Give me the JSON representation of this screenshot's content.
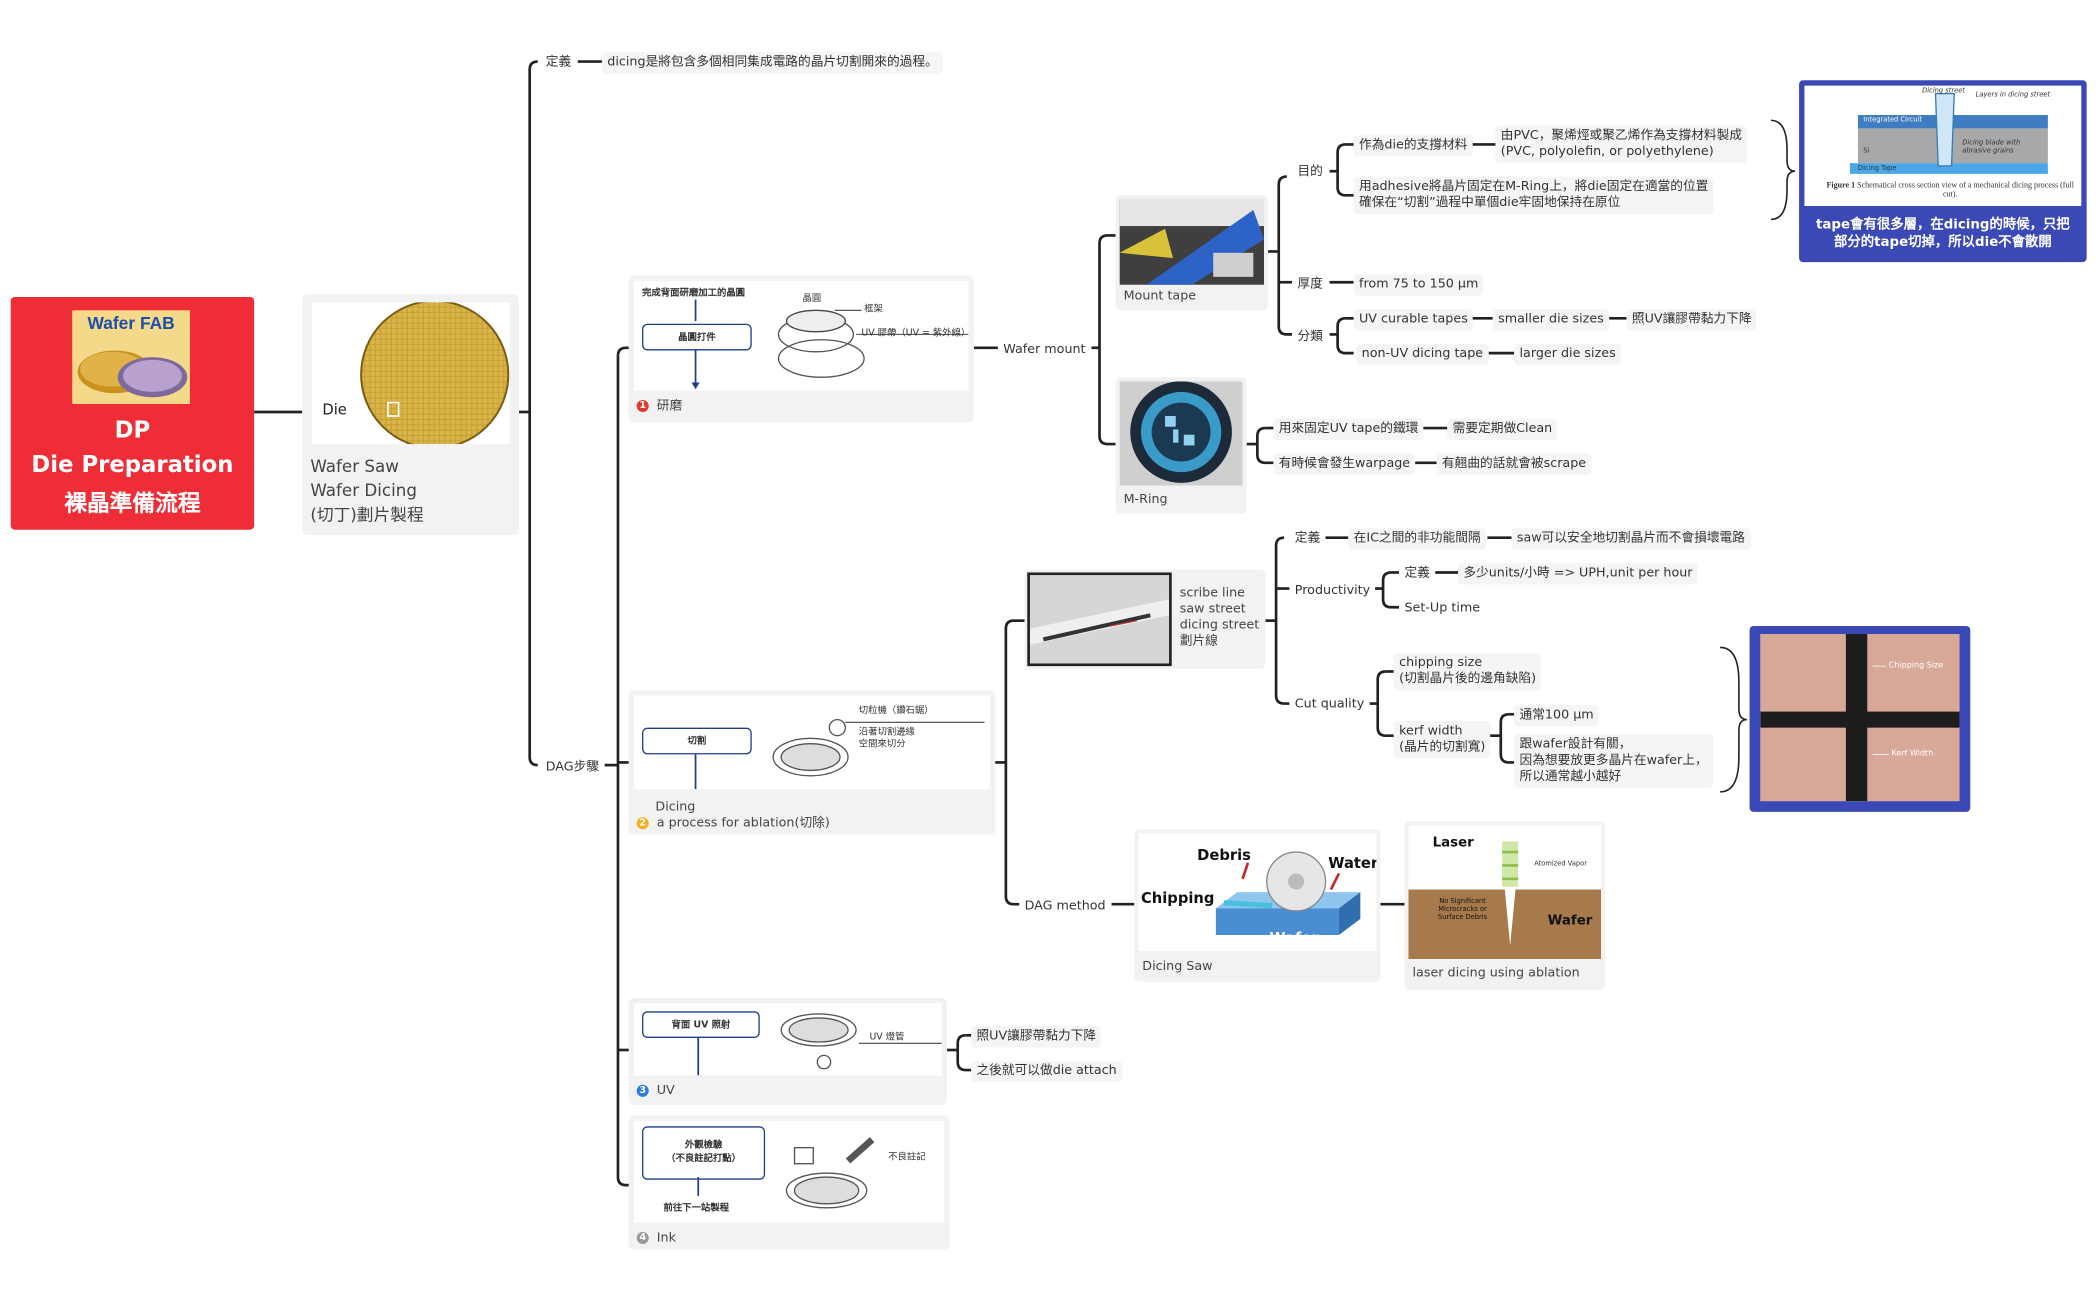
{
  "root": {
    "logo_text": "Wafer FAB",
    "line1": "DP",
    "line2": "Die Preparation",
    "line3": "裸晶準備流程"
  },
  "wafer_card": {
    "die_label": "Die",
    "caption1": "Wafer Saw",
    "caption2": "Wafer Dicing",
    "caption3": "(切丁)劃片製程"
  },
  "definition": {
    "label": "定義",
    "text": "dicing是將包含多個相同集成電路的晶片切割開來的過程。"
  },
  "dag": {
    "label": "DAG步驟",
    "steps": [
      {
        "num": "1",
        "caption": "研磨",
        "color": "#e03a2f",
        "illus": {
          "title": "完成背面研磨加工的晶圓",
          "box": "晶圓打件",
          "l1": "晶圓",
          "l2": "框架",
          "l3": "UV 膠帶（UV = 紫外線）"
        }
      },
      {
        "num": "2",
        "caption1": "Dicing",
        "caption2": "a process for ablation(切除)",
        "color": "#f2b01e",
        "illus": {
          "box": "切割",
          "l1": "切粒機（鑽石鋸）",
          "l2": "沿著切割邊緣",
          "l3": "空間來切分"
        }
      },
      {
        "num": "3",
        "caption": "UV",
        "color": "#2f7de1",
        "illus": {
          "box": "背面 UV 照射",
          "l1": "UV 燈管"
        }
      },
      {
        "num": "4",
        "caption": "Ink",
        "color": "#9a9a9a",
        "illus": {
          "box1": "外觀檢驗",
          "box2": "（不良註記打點）",
          "below": "前往下一站製程",
          "l1": "不良註記"
        }
      }
    ]
  },
  "wafer_mount": {
    "label": "Wafer mount",
    "mount_tape": {
      "caption": "Mount tape",
      "purpose": {
        "label": "目的",
        "support": "作為die的支撐材料",
        "support_detail1": "由PVC，聚烯烴或聚乙烯作為支撐材料製成",
        "support_detail2": "(PVC, polyolefin, or polyethylene)",
        "adhesive1": "用adhesive將晶片固定在M-Ring上，將die固定在適當的位置",
        "adhesive2": "確保在“切割”過程中單個die牢固地保持在原位"
      },
      "thickness": {
        "label": "厚度",
        "value": "from 75 to 150 µm"
      },
      "category": {
        "label": "分類",
        "uv": "UV curable tapes",
        "uv_size": "smaller die sizes",
        "uv_note": "照UV讓膠帶黏力下降",
        "non_uv": "non-UV dicing tape",
        "non_uv_size": "larger die sizes"
      },
      "figure": {
        "street": "Dicing street",
        "layers": "Layers in dicing street",
        "ic": "Integrated Circuit",
        "si": "Si",
        "blade": "Dicing blade with abrasive grains",
        "tape": "Dicing Tape",
        "caption_bold": "Figure 1",
        "caption": "Schematical cross section view of a mechanical dicing process (full cut).",
        "note1": "tape會有很多層，在dicing的時候，只把",
        "note2": "部分的tape切掉，所以die不會散開"
      }
    },
    "m_ring": {
      "caption": "M-Ring",
      "fix": "用來固定UV tape的鐵環",
      "fix_note": "需要定期做Clean",
      "warpage": "有時候會發生warpage",
      "warpage_note": "有翹曲的話就會被scrape"
    }
  },
  "scribe": {
    "labels": [
      "scribe line",
      "saw street",
      "dicing street",
      "劃片線"
    ],
    "def_label": "定義",
    "def_text": "在IC之間的非功能間隔",
    "def_note": "saw可以安全地切割晶片而不會損壞電路",
    "productivity": "Productivity",
    "prod_def": "定義",
    "prod_def_text": "多少units/小時 => UPH,unit per hour",
    "setup": "Set-Up time",
    "cut_quality": "Cut quality",
    "chipping1": "chipping size",
    "chipping2": "(切割晶片後的邊角缺陷)",
    "kerf1": "kerf width",
    "kerf2": "(晶片的切割寬)",
    "kerf_typ": "通常100 µm",
    "kerf_note1": "跟wafer設計有關，",
    "kerf_note2": "因為想要放更多晶片在wafer上，",
    "kerf_note3": "所以通常越小越好",
    "photo_chipping": "Chipping Size",
    "photo_kerf": "Kerf Width"
  },
  "dag_method": {
    "label": "DAG method",
    "dicing_saw": {
      "caption": "Dicing Saw",
      "debris": "Debris",
      "water": "Water",
      "chipping": "Chipping",
      "wafer": "Wafer"
    },
    "laser": {
      "caption": "laser dicing using ablation",
      "laser": "Laser",
      "vapor": "Atomized Vapor",
      "no_sig1": "No Significant",
      "no_sig2": "Microcracks or",
      "no_sig3": "Surface Debris",
      "wafer": "Wafer"
    }
  },
  "uv_branch": {
    "n1": "照UV讓膠帶黏力下降",
    "n2": "之後就可以做die attach"
  },
  "colors": {
    "root": "#ef2d36",
    "frame": "#3a49b6",
    "node_bg": "#f5f5f5",
    "line": "#222222"
  }
}
